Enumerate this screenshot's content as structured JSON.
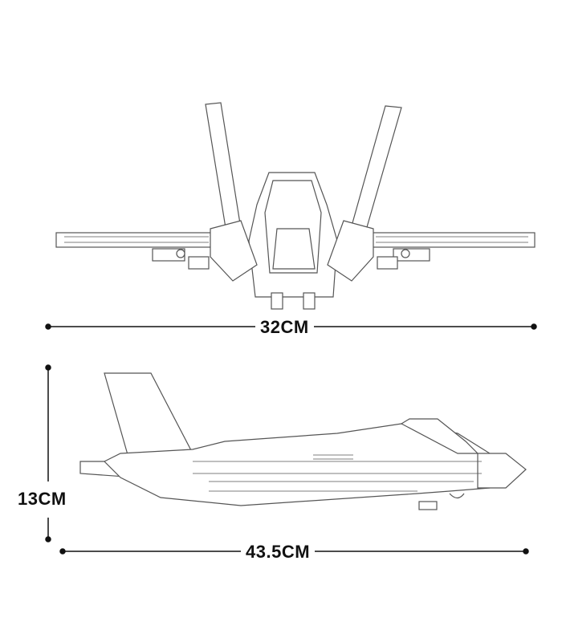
{
  "dimensions": {
    "width_label": "32CM",
    "height_label": "13CM",
    "length_label": "43.5CM"
  },
  "colors": {
    "line": "#555555",
    "dimension": "#111111"
  }
}
